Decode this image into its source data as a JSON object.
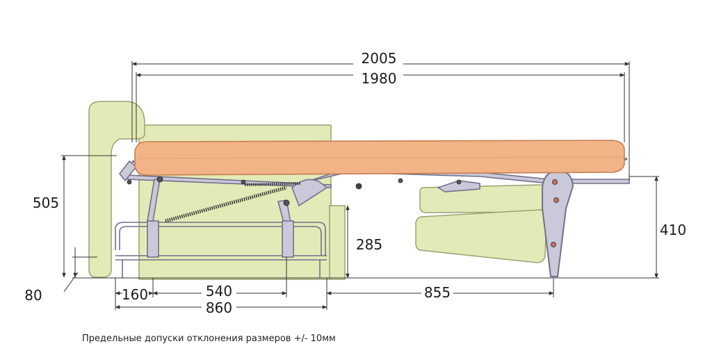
{
  "diagram": {
    "dimensions": {
      "overall_length": "2005",
      "mattress_length": "1980",
      "seat_height": "505",
      "leg_height": "80",
      "frame_height": "285",
      "end_height": "410",
      "armrest_width": "160",
      "mid_width": "540",
      "folded_depth": "860",
      "extension": "855"
    },
    "note": "Предельные допуски отклонения размеров +/- 10мм",
    "colors": {
      "body": "#e4eab7",
      "body_stroke": "#9aa070",
      "mattress": "#f2b487",
      "mattress_stroke": "#c47e52",
      "metal": "#c9c9d9",
      "metal_stroke": "#70708a",
      "spring": "#333333",
      "dim_line": "#333333"
    }
  }
}
